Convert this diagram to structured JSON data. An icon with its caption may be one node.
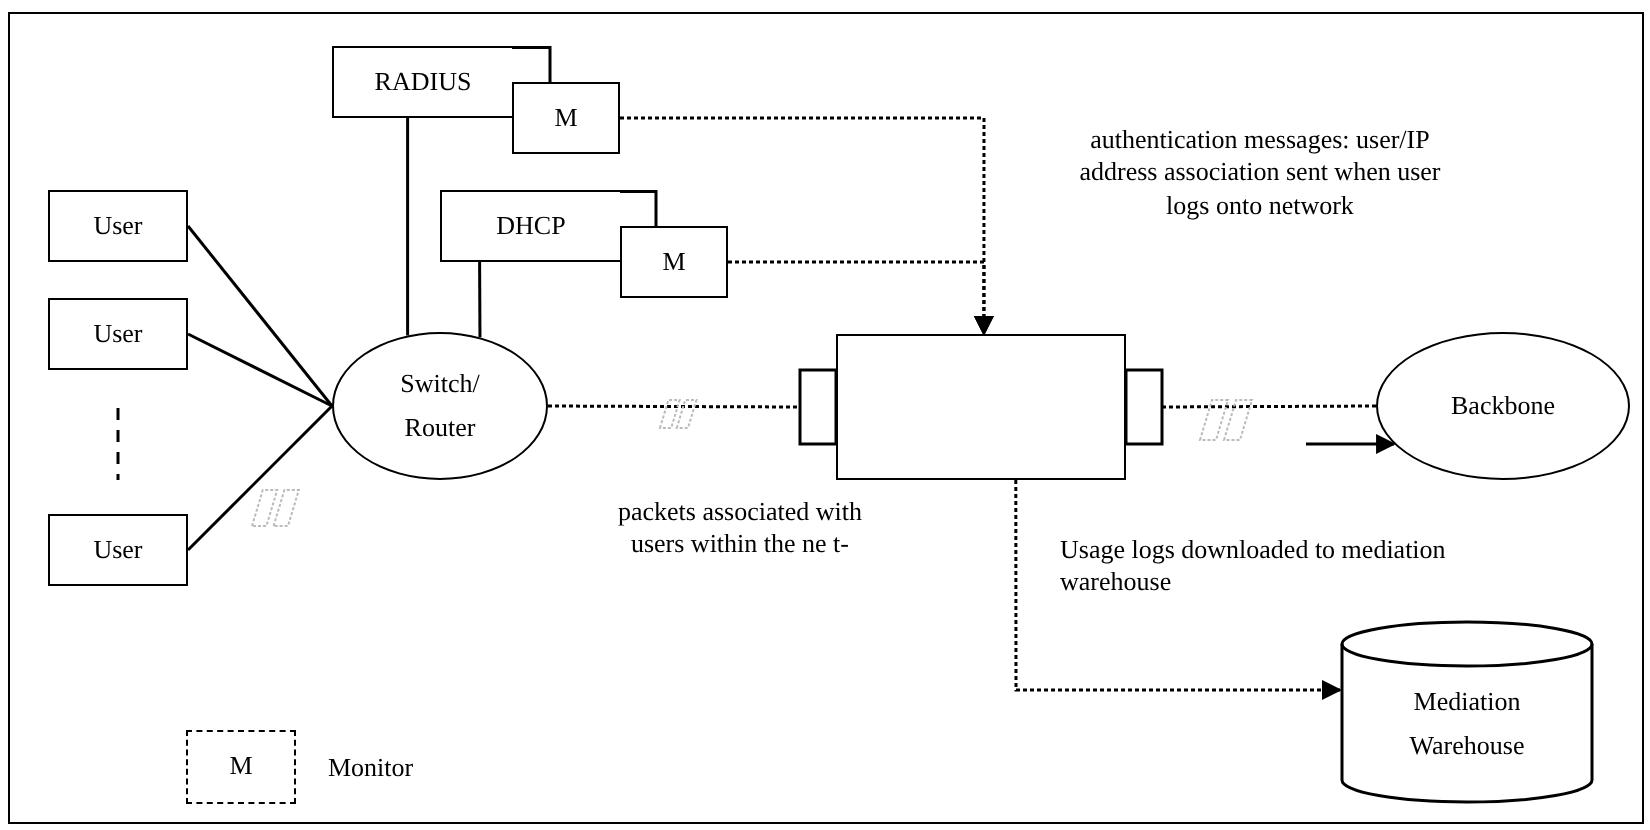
{
  "diagram": {
    "nodes": [
      {
        "text": [
          "RADIUS"
        ]
      },
      {
        "text": [
          "M"
        ]
      },
      {
        "text": [
          "DHCP"
        ]
      },
      {
        "text": [
          "M"
        ]
      },
      {
        "text": [
          "User"
        ]
      },
      {
        "text": [
          "User"
        ]
      },
      {
        "text": [
          "User"
        ]
      },
      {
        "text": [
          "Switch/ Router"
        ]
      },
      {
        "text": [],
        "shape": "box"
      },
      {
        "text": [
          "Backbone"
        ]
      },
      {
        "text": [
          "Mediation Warehouse"
        ]
      },
      {
        "text": [
          "M"
        ],
        "beside": [
          "Monitor"
        ]
      }
    ],
    "edges": [
      {
        "from": 4,
        "to": 7,
        "arrow": "none"
      },
      {
        "from": 5,
        "to": 7,
        "arrow": "none"
      },
      {
        "from": 6,
        "to": 7,
        "arrow": "none"
      },
      {
        "from": 0,
        "to": 7,
        "arrow": "none"
      },
      {
        "from": 2,
        "to": 7,
        "arrow": "none"
      },
      {
        "from": 1,
        "to": 8,
        "arrow": "to",
        "style": "dashed"
      },
      {
        "from": 3,
        "to": 8,
        "arrow": "to",
        "style": "dashed"
      },
      {
        "from": 7,
        "to": 8,
        "arrow": "none",
        "style": "dashed"
      },
      {
        "from": 8,
        "to": 9,
        "arrow": "none",
        "style": "dashed"
      },
      {
        "from": null,
        "to": 9,
        "arrow": "to"
      },
      {
        "from": 8,
        "to": 10,
        "arrow": "to",
        "style": "dashed"
      }
    ],
    "labels": [
      "authentication messages: user/IP address association sent when user logs onto network",
      "packets associated with users within the ne t-",
      "Usage logs downloaded to mediation warehouse"
    ]
  }
}
